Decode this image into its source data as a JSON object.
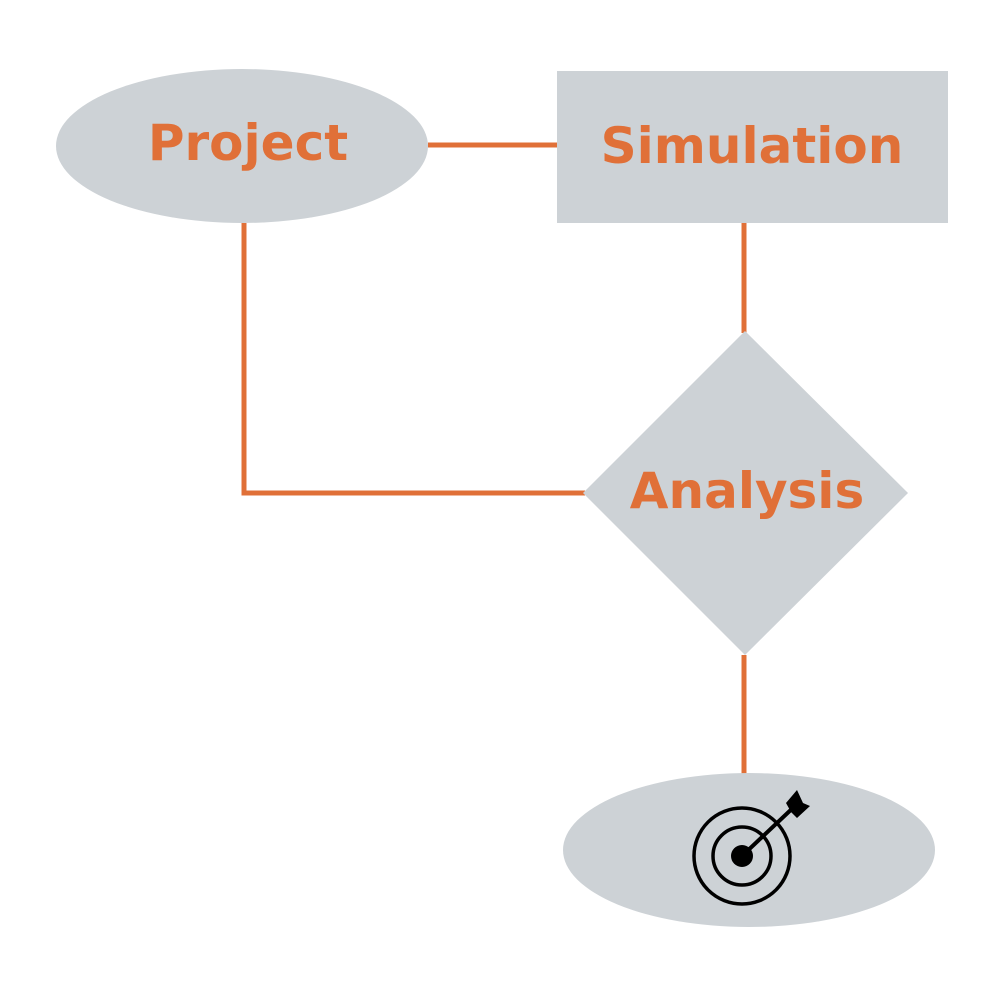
{
  "colors": {
    "node_fill": "#cdd2d6",
    "accent": "#e07038",
    "icon": "#000000",
    "background": "#ffffff"
  },
  "nodes": {
    "project": {
      "label": "Project",
      "shape": "ellipse"
    },
    "simulation": {
      "label": "Simulation",
      "shape": "rectangle"
    },
    "analysis": {
      "label": "Analysis",
      "shape": "diamond"
    },
    "goal": {
      "label": "",
      "shape": "ellipse",
      "icon": "target-icon"
    }
  },
  "edges": [
    {
      "from": "project",
      "to": "simulation"
    },
    {
      "from": "simulation",
      "to": "analysis"
    },
    {
      "from": "project",
      "to": "analysis"
    },
    {
      "from": "analysis",
      "to": "goal"
    }
  ]
}
